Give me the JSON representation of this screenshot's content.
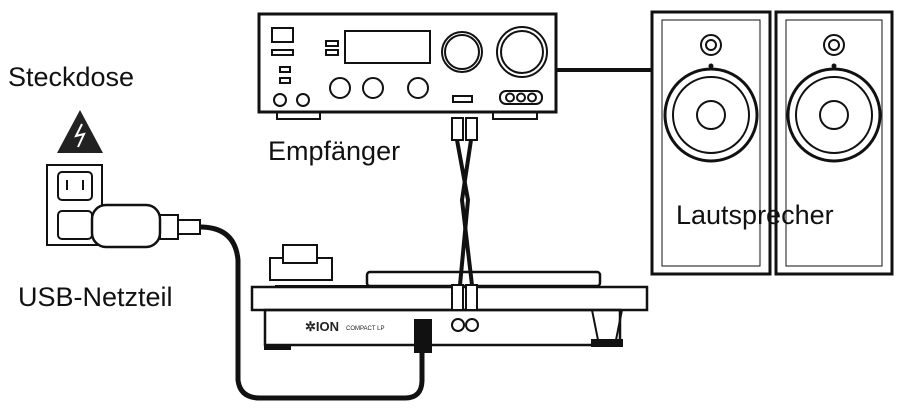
{
  "labels": {
    "outlet": "Steckdose",
    "receiver": "Empfänger",
    "speakers": "Lautsprecher",
    "usb_adapter": "USB-Netzteil"
  },
  "turntable_logo": "ION COMPACT LP",
  "colors": {
    "line": "#111111",
    "background": "#ffffff",
    "warning": "#222222"
  }
}
